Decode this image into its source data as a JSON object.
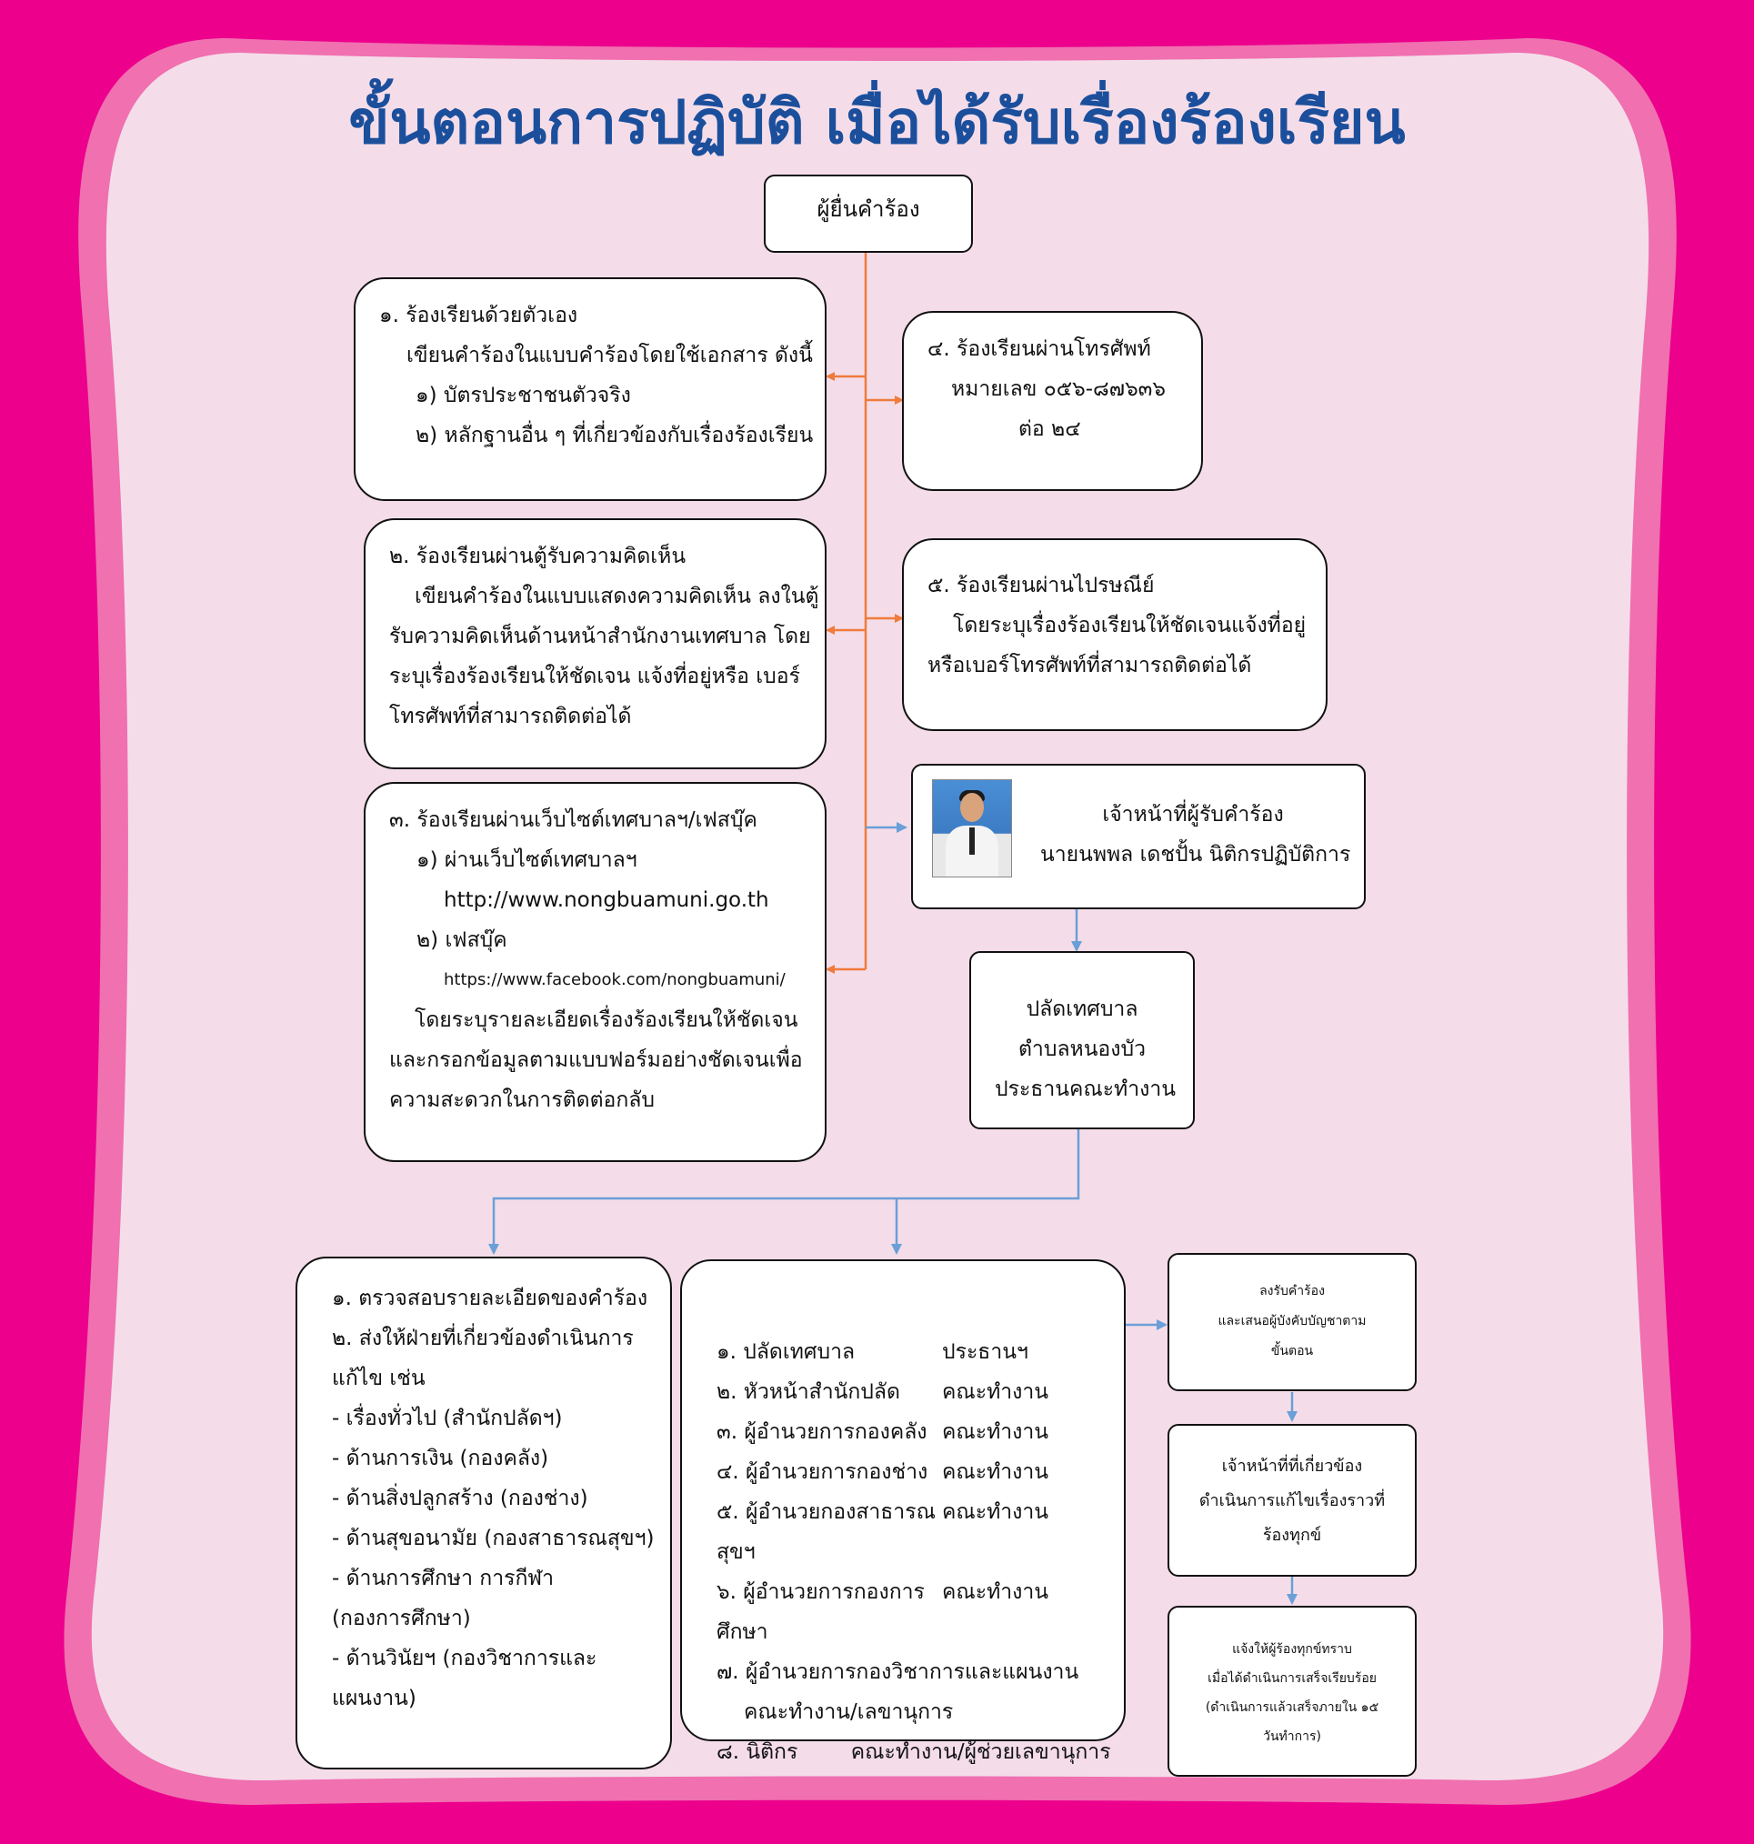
{
  "title": "ขั้นตอนการปฏิบัติ  เมื่อได้รับเรื่องร้องเรียน",
  "colors": {
    "background": "#ec008c",
    "panel": "#f4dde9",
    "panel_border": "#f070b0",
    "title": "#1b4f9c",
    "arrow_orange": "#ef7b3c",
    "arrow_blue": "#6a9fd8"
  },
  "petitioner": "ผู้ยื่นคำร้อง",
  "box1": [
    "๑. ร้องเรียนด้วยตัวเอง",
    "เขียนคำร้องในแบบคำร้องโดยใช้เอกสาร ดังนี้",
    "๑) บัตรประชาชนตัวจริง",
    "๒) หลักฐานอื่น ๆ ที่เกี่ยวข้องกับเรื่องร้องเรียน"
  ],
  "box2": [
    "๒. ร้องเรียนผ่านตู้รับความคิดเห็น",
    "เขียนคำร้องในแบบแสดงความคิดเห็น ลงในตู้",
    "รับความคิดเห็นด้านหน้าสำนักงานเทศบาล โดย",
    "ระบุเรื่องร้องเรียนให้ชัดเจน แจ้งที่อยู่หรือ เบอร์",
    "โทรศัพท์ที่สามารถติดต่อได้"
  ],
  "box3": [
    "๓. ร้องเรียนผ่านเว็บไซต์เทศบาลฯ/เฟสบุ๊ค",
    "๑) ผ่านเว็บไซต์เทศบาลฯ",
    "http://www.nongbuamuni.go.th",
    "๒) เฟสบุ๊ค",
    "https://www.facebook.com/nongbuamuni/",
    "โดยระบุรายละเอียดเรื่องร้องเรียนให้ชัดเจน",
    "และกรอกข้อมูลตามแบบฟอร์มอย่างชัดเจนเพื่อ",
    "ความสะดวกในการติดต่อกลับ"
  ],
  "box4": [
    "๔. ร้องเรียนผ่านโทรศัพท์",
    "หมายเลข ๐๕๖-๘๗๖๓๖",
    "ต่อ ๒๔"
  ],
  "box5": [
    "๕. ร้องเรียนผ่านไปรษณีย์",
    "โดยระบุเรื่องร้องเรียนให้ชัดเจนแจ้งที่อยู่",
    "หรือเบอร์โทรศัพท์ที่สามารถติดต่อได้"
  ],
  "officer": [
    "เจ้าหน้าที่ผู้รับคำร้อง",
    "นายนพพล เดชปั้น นิติกรปฏิบัติการ"
  ],
  "palat": [
    "ปลัดเทศบาล",
    "ตำบลหนองบัว",
    "ประธานคณะทำงาน"
  ],
  "actions": [
    "๑. ตรวจสอบรายละเอียดของคำร้อง",
    "๒. ส่งให้ฝ่ายที่เกี่ยวข้องดำเนินการ",
    "แก้ไข เช่น",
    "- เรื่องทั่วไป (สำนักปลัดฯ)",
    "- ด้านการเงิน (กองคลัง)",
    "- ด้านสิ่งปลูกสร้าง (กองช่าง)",
    "- ด้านสุขอนามัย (กองสาธารณสุขฯ)",
    "- ด้านการศึกษา การกีฬา",
    "(กองการศึกษา)",
    "- ด้านวินัยฯ (กองวิชาการและ",
    "แผนงาน)"
  ],
  "committee": [
    {
      "name": "๑. ปลัดเทศบาล",
      "role": "ประธานฯ"
    },
    {
      "name": "๒. หัวหน้าสำนักปลัด",
      "role": "คณะทำงาน"
    },
    {
      "name": "๓. ผู้อำนวยการกองคลัง",
      "role": "คณะทำงาน"
    },
    {
      "name": "๔. ผู้อำนวยการกองช่าง",
      "role": "คณะทำงาน"
    },
    {
      "name": "๕. ผู้อำนวยกองสาธารณสุขฯ",
      "role": "คณะทำงาน"
    },
    {
      "name": "๖. ผู้อำนวยการกองการศึกษา",
      "role": "คณะทำงาน"
    }
  ],
  "committee_tail": [
    "๗. ผู้อำนวยการกองวิชาการและแผนงาน",
    "คณะทำงาน/เลขานุการ",
    "๘. นิติกร        คณะทำงาน/ผู้ช่วยเลขานุการ"
  ],
  "step1": [
    "ลงรับคำร้อง",
    "และเสนอผู้บังคับบัญชาตาม",
    "ขั้นตอน"
  ],
  "step2": [
    "เจ้าหน้าที่ที่เกี่ยวข้อง",
    "ดำเนินการแก้ไขเรื่องราวที่",
    "ร้องทุกข์"
  ],
  "step3": [
    "แจ้งให้ผู้ร้องทุกข์ทราบ",
    "เมื่อได้ดำเนินการเสร็จเรียบร้อย",
    "(ดำเนินการแล้วเสร็จภายใน ๑๕",
    "วันทำการ)"
  ]
}
